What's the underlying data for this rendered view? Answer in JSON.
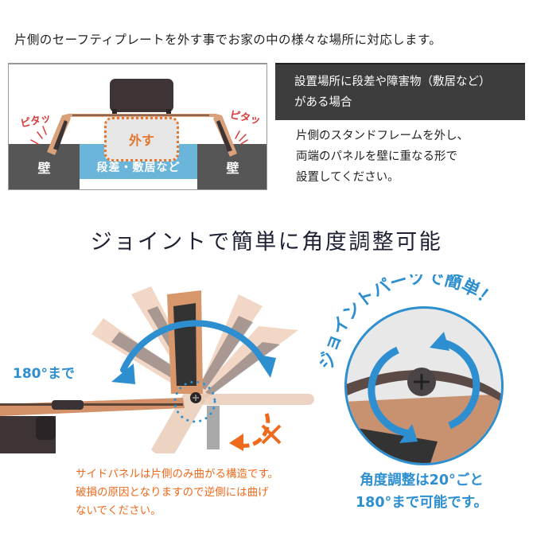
{
  "intro": {
    "text": "片側のセーフティプレートを外す事でお家の中の様々な場所に対応します。"
  },
  "install_diagram": {
    "wall_left": "壁",
    "wall_right": "壁",
    "step_label": "段差・敷居など",
    "remove_label": "外す",
    "sound_left": "ピタッ",
    "sound_right": "ピタッ"
  },
  "case_box": {
    "heading_line1": "設置場所に段差や障害物（敷居など）",
    "heading_line2": "がある場合",
    "desc_line1": "片側のスタンドフレームを外し、",
    "desc_line2": "両端のパネルを壁に重なる形で",
    "desc_line3": "設置してください。"
  },
  "joint_section": {
    "title": "ジョイントで簡単に角度調整可能",
    "range_label": "180°まで",
    "warning_line1": "サイドパネルは片側のみ曲がる構造です。",
    "warning_line2": "破損の原因となりますので逆側には曲げ",
    "warning_line3": "ないでください。",
    "badge_arc_text": "ジョイントパーツで簡単！",
    "detail_line1": "角度調整は20°ごと",
    "detail_line2": "180°まで可能です。"
  },
  "colors": {
    "accent_blue": "#2d8fd0",
    "warning_orange": "#ee6a1c",
    "pita_red": "#d93a3a",
    "wall_gray": "#565656",
    "step_blue": "#6bb4da",
    "dark_box": "#3d3d3d",
    "frame_copper": "#d9a07a",
    "panel_brown": "#3e3436"
  }
}
